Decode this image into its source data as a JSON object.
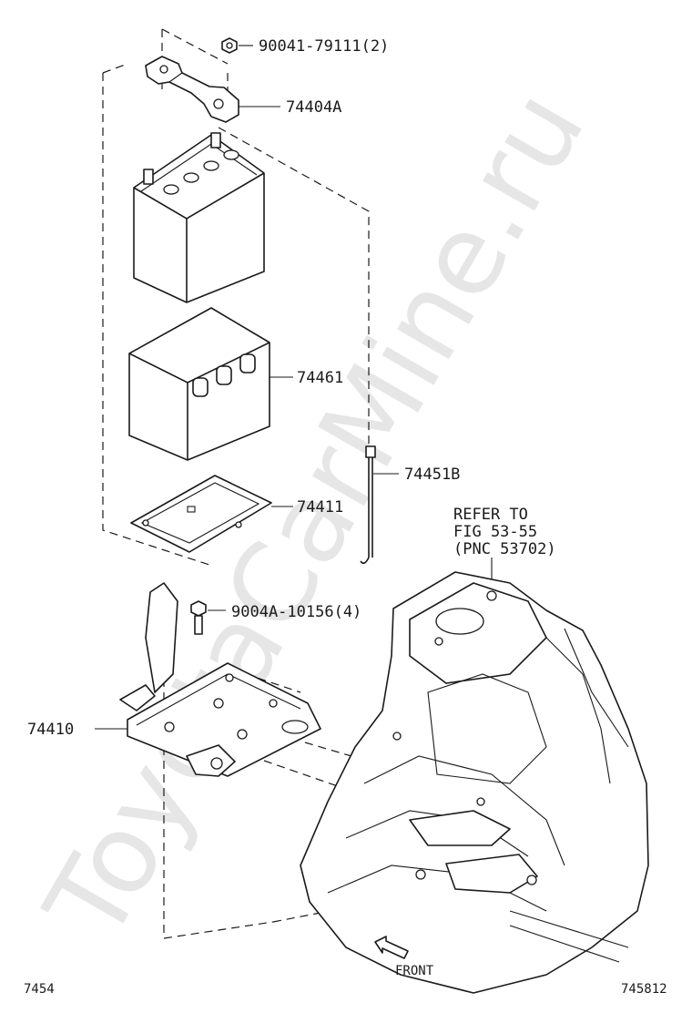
{
  "watermark": "ToyotaCarMine.ru",
  "callouts": {
    "nut": "90041-79111(2)",
    "clamp": "74404A",
    "tray_box": "74461",
    "rod": "74451B",
    "tray_plate": "74411",
    "bolt": "9004A-10156(4)",
    "carrier": "74410"
  },
  "refer": {
    "line1": "REFER TO",
    "line2": "FIG 53-55",
    "line3": "(PNC 53702)"
  },
  "front_label": "FRONT",
  "footer": {
    "left_code": "7454",
    "right_code": "745812"
  }
}
